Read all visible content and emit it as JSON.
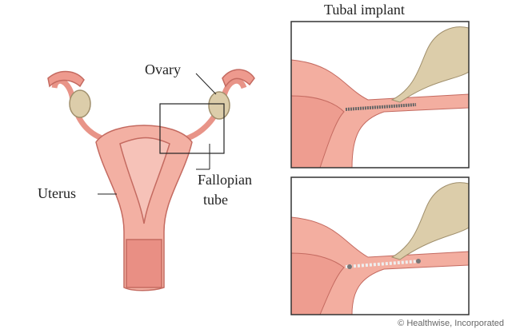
{
  "labels": {
    "title": "Tubal implant",
    "ovary": "Ovary",
    "fallopian_line1": "Fallopian",
    "fallopian_line2": "tube",
    "uterus": "Uterus"
  },
  "credit": "© Healthwise, Incorporated",
  "colors": {
    "tissue": "#f0a89a",
    "tissue_dark": "#c9685d",
    "ovary": "#dccdaa",
    "implant": "#777777"
  }
}
